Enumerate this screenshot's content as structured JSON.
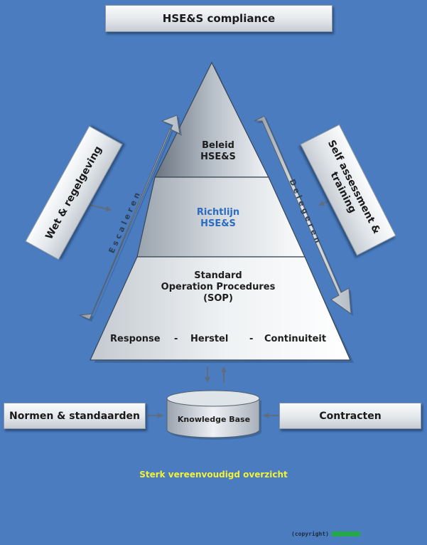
{
  "title": "HSE&S compliance",
  "left_box": "Wet & regelgeving",
  "right_box": "Self assessment & training",
  "escaleren": "Escaleren",
  "delegeren": "Delegeren",
  "pyramid": {
    "top_line1": "Beleid",
    "top_line2": "HSE&S",
    "middle_line1": "Richtlijn",
    "middle_line2": "HSE&S",
    "bottom_line1": "Standard",
    "bottom_line2": "Operation Procedures",
    "bottom_line3": "(SOP)",
    "response": "Response",
    "dash": "-",
    "herstel": "Herstel",
    "continuiteit": "Continuiteit"
  },
  "knowledge_base": "Knowledge Base",
  "normen": "Normen & standaarden",
  "contracten": "Contracten",
  "footer_note": "Sterk vereenvoudigd overzicht",
  "copyright": "(copyright)",
  "colors": {
    "background": "#4a7cbf",
    "highlight_text": "#2c6cc0",
    "footer_text": "#f2f23a",
    "copyright_mark": "#25a84a"
  }
}
